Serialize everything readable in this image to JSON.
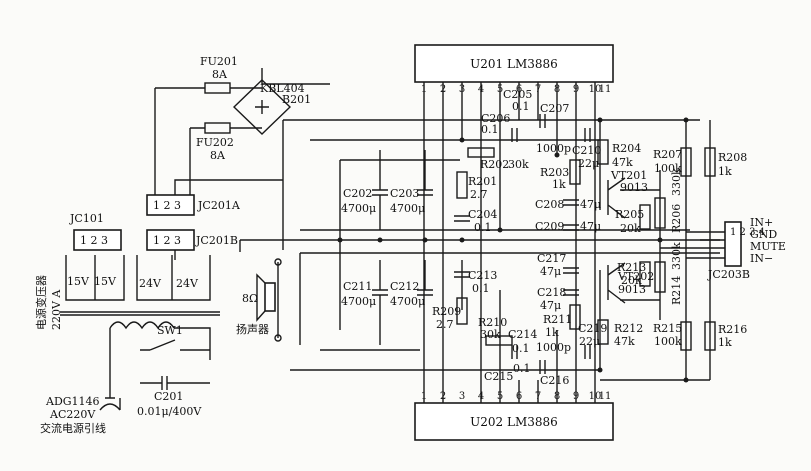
{
  "ic_top": {
    "label": "U201 LM3886",
    "pins": [
      "1",
      "2",
      "3",
      "4",
      "5",
      "6",
      "7",
      "8",
      "9",
      "10",
      "11"
    ]
  },
  "ic_bottom": {
    "label": "U202 LM3886",
    "pins": [
      "1",
      "2",
      "3",
      "4",
      "5",
      "6",
      "7",
      "8",
      "9",
      "10",
      "11"
    ]
  },
  "fuses": {
    "fu201": "FU201",
    "fu201_val": "8A",
    "fu202": "FU202",
    "fu202_val": "8A"
  },
  "bridge": {
    "part": "KBL404",
    "ref": "B201"
  },
  "connectors": {
    "jc201a": "JC201A",
    "jc201a_pins": "1 2 3",
    "jc201b": "JC201B",
    "jc201b_pins": "1 2 3",
    "jc101": "JC101",
    "jc101_pins": "1 2 3",
    "jc203b": "JC203B",
    "jc203b_pins": "1 2 3 4"
  },
  "transformer": {
    "v1": "15V",
    "v2": "15V",
    "v3": "24V",
    "v4": "24V",
    "name": "电源变压器",
    "rating": "220V A"
  },
  "mains": {
    "switch": "SW1",
    "cap_ref": "C201",
    "cap_val": "0.01μ/400V",
    "plug": "ADG1146",
    "voltage": "AC220V",
    "cord": "交流电源引线"
  },
  "speaker": {
    "impedance": "8Ω",
    "name": "扬声器"
  },
  "io": {
    "in_plus": "IN+",
    "gnd": "GND",
    "mute": "MUTE",
    "in_minus": "IN−"
  },
  "components": {
    "c202": "C202",
    "c202_val": "4700μ",
    "c203": "C203",
    "c203_val": "4700μ",
    "c211": "C211",
    "c211_val": "4700μ",
    "c212": "C212",
    "c212_val": "4700μ",
    "r201": "R201",
    "r201_val": "2.7",
    "r209": "R209",
    "r209_val": "2.7",
    "c204": "C204",
    "c204_val": "0.1",
    "c213": "C213",
    "c213_val": "0.1",
    "c205": "C205",
    "c205_val": "0.1",
    "c206": "C206",
    "c206_val": "0.1",
    "c207": "C207",
    "c207_val": "1000p",
    "r202": "R202",
    "r202_val": "30k",
    "r210": "R210",
    "r210_val": "30k",
    "c214": "C214",
    "c214_val": "0.1",
    "c215": "C215",
    "c215_val": "0.1",
    "c216": "C216",
    "c216_val": "1000p",
    "c210": "C210",
    "c210_val": "22μ",
    "c219": "C219",
    "c219_val": "22μ",
    "r204": "R204",
    "r204_val": "47k",
    "r212": "R212",
    "r212_val": "47k",
    "r203": "R203",
    "r203_val": "1k",
    "r211": "R211",
    "r211_val": "1k",
    "c208": "C208",
    "c208_val": "47μ",
    "c209": "C209",
    "c209_val": "47μ",
    "c217": "C217",
    "c217_val": "47μ",
    "c218": "C218",
    "c218_val": "47μ",
    "vt201": "VT201",
    "vt201_val": "9013",
    "vt202": "VT202",
    "vt202_val": "9013",
    "r205": "R205",
    "r205_val": "20k",
    "r213": "R213",
    "r213_val": "20k",
    "r206": "R206",
    "r206_val": "330k",
    "r214": "R214",
    "r214_val": "330k",
    "r207": "R207",
    "r207_val": "100k",
    "r215": "R215",
    "r215_val": "100k",
    "r208": "R208",
    "r208_val": "1k",
    "r216": "R216",
    "r216_val": "1k"
  }
}
